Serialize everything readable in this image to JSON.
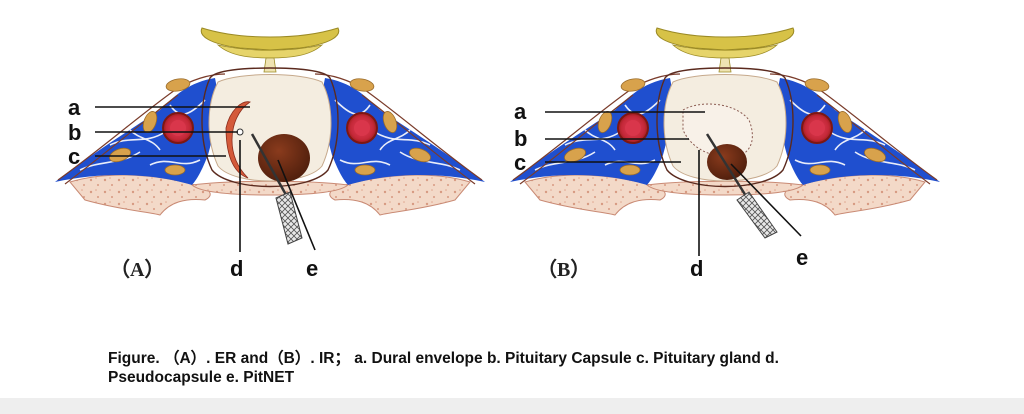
{
  "colors": {
    "bone": "#f3d9c8",
    "bone_dots": "#d79a82",
    "blue": "#1f4fcf",
    "fat": "#d8a24c",
    "artery_outer": "#a0221b",
    "artery_inner": "#d9364b",
    "gland": "#f4ede0",
    "capsule": "#d45a3a",
    "tumor": "#6e2d16",
    "optic": "#d7c247"
  },
  "panels": [
    {
      "id": "A",
      "label": "（A）",
      "labels": {
        "a": "a",
        "b": "b",
        "c": "c",
        "d": "d",
        "e": "e"
      }
    },
    {
      "id": "B",
      "label": "（B）",
      "labels": {
        "a": "a",
        "b": "b",
        "c": "c",
        "d": "d",
        "e": "e"
      }
    }
  ],
  "caption": {
    "line1": "Figure. （A）. ER and（B）. IR； a. Dural envelope b. Pituitary Capsule c. Pituitary gland d.",
    "line2": "Pseudocapsule e. PitNET"
  }
}
